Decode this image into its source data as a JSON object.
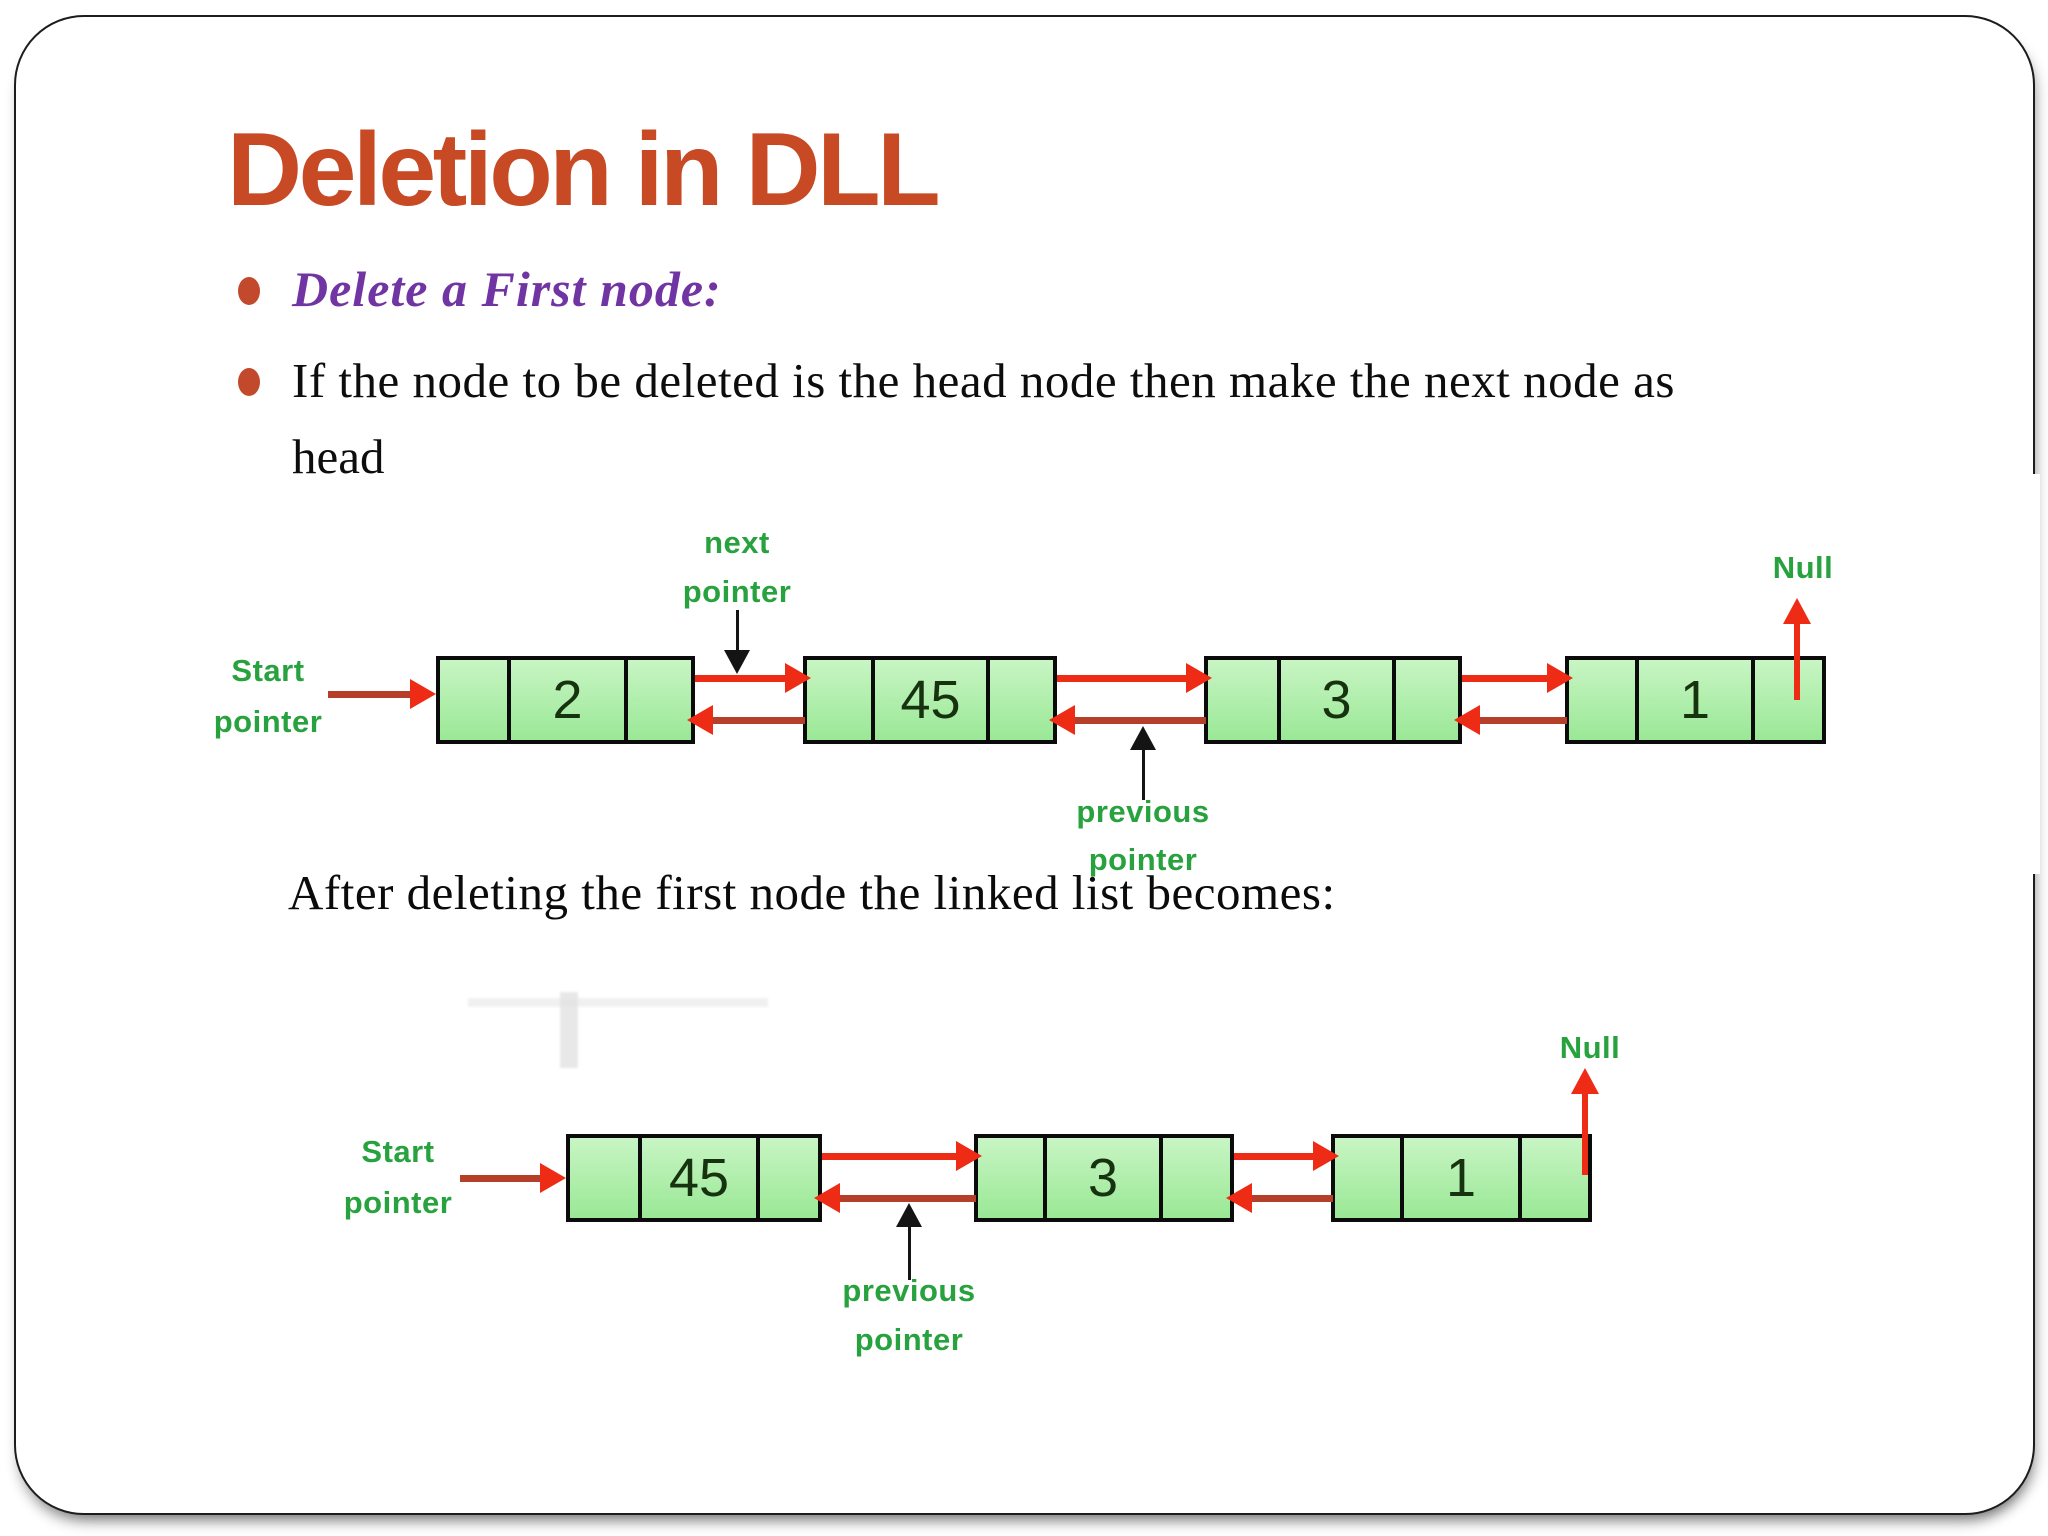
{
  "slide": {
    "title": "Deletion in DLL",
    "bullet1": "Delete a First node:",
    "bullet2_line1": "If the node to be deleted is the head node then make the next node as",
    "bullet2_line2": "head",
    "caption": "After deleting the first node the linked list becomes:"
  },
  "colors": {
    "title": "#c74a24",
    "bullet_dot": "#c2492b",
    "purple": "#7134a3",
    "green_label": "#28a23e",
    "node_fill_top": "#c8f5c4",
    "node_fill_bottom": "#9ae896",
    "node_border": "#0b0b0b",
    "arrow_red": "#ee2b15",
    "arrow_red_dark": "#b53f29",
    "arrow_black": "#141414"
  },
  "diagram_before": {
    "name": "doubly-linked-list-before-deletion",
    "node_values": [
      "2",
      "45",
      "3",
      "1"
    ],
    "labels": {
      "start": [
        "Start",
        "pointer"
      ],
      "next": [
        "next",
        "pointer"
      ],
      "previous": [
        "previous",
        "pointer"
      ],
      "null": "Null"
    }
  },
  "diagram_after": {
    "name": "doubly-linked-list-after-deletion",
    "node_values": [
      "45",
      "3",
      "1"
    ],
    "labels": {
      "start": [
        "Start",
        "pointer"
      ],
      "previous": [
        "previous",
        "pointer"
      ],
      "null": "Null"
    }
  }
}
